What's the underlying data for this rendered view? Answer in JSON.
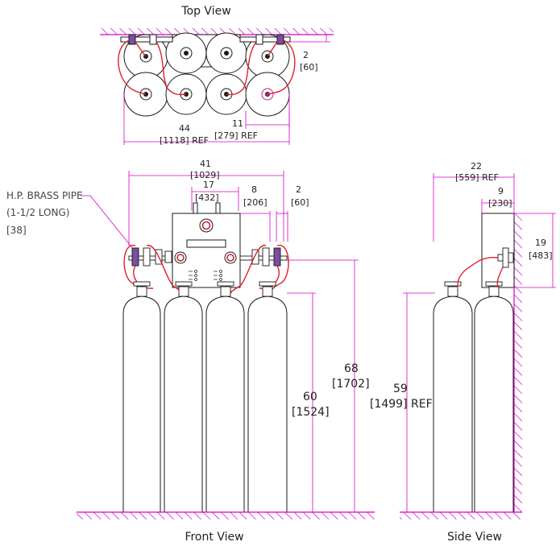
{
  "colors": {
    "outline": "#1a1a1a",
    "hose": "#e0202a",
    "dimension": "#d400c8",
    "background": "#ffffff"
  },
  "views": {
    "top": {
      "title": "Top View",
      "dims": {
        "depth": {
          "value": "2",
          "metric": "[60]"
        },
        "cyl": {
          "value": "11",
          "metric": "[279] REF"
        },
        "width": {
          "value": "44",
          "metric": "[1118] REF"
        }
      }
    },
    "front": {
      "title": "Front View",
      "note": {
        "line1": "H.P. BRASS PIPE",
        "line2": "(1-1/2 LONG)",
        "line3": "[38]"
      },
      "dims": {
        "overall": {
          "value": "41",
          "metric": "[1029]"
        },
        "panel": {
          "value": "17",
          "metric": "[432]"
        },
        "offset8": {
          "value": "8",
          "metric": "[206]"
        },
        "offset2": {
          "value": "2",
          "metric": "[60]"
        },
        "height68": {
          "value": "68",
          "metric": "[1702]"
        },
        "height60": {
          "value": "60",
          "metric": "[1524]"
        }
      }
    },
    "side": {
      "title": "Side View",
      "dims": {
        "depth22": {
          "value": "22",
          "metric": "[559] REF"
        },
        "depth9": {
          "value": "9",
          "metric": "[230]"
        },
        "height19": {
          "value": "19",
          "metric": "[483]"
        },
        "height59": {
          "value": "59",
          "metric": "[1499] REF"
        }
      }
    }
  }
}
